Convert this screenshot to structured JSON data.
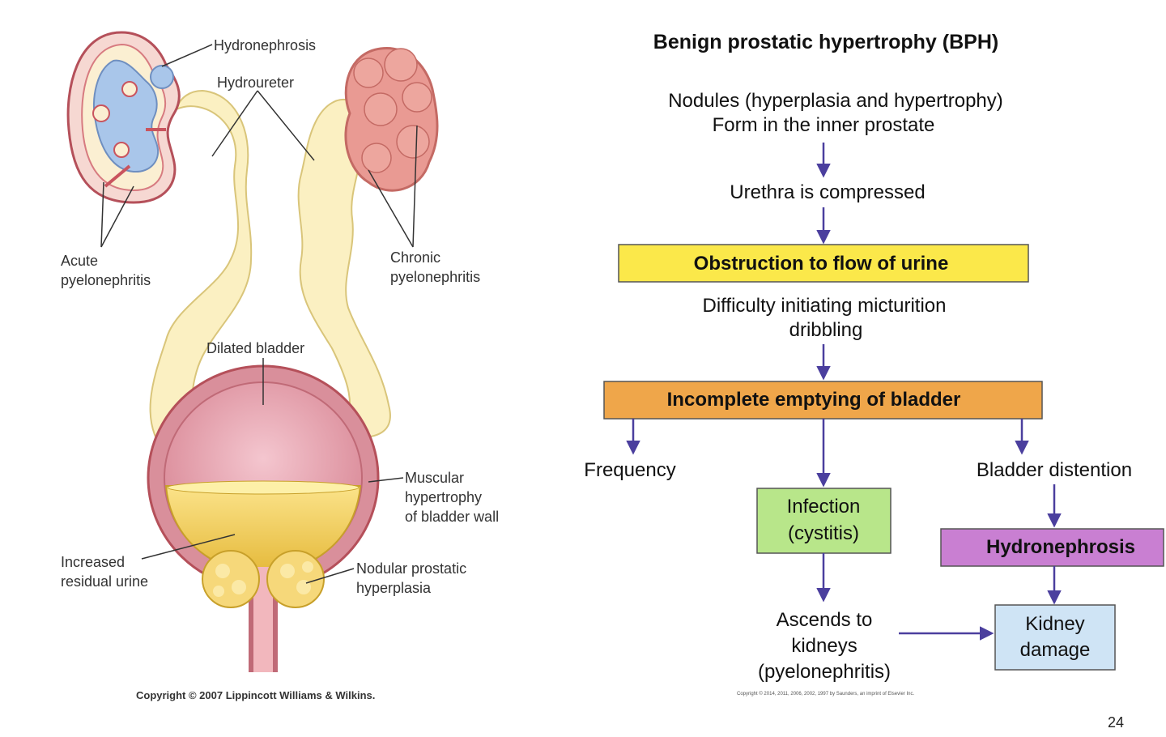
{
  "illustration": {
    "labels": {
      "hydronephrosis": "Hydronephrosis",
      "hydroureter": "Hydroureter",
      "acute_1": "Acute",
      "acute_2": "pyelonephritis",
      "chronic_1": "Chronic",
      "chronic_2": "pyelonephritis",
      "dilated_bladder": "Dilated bladder",
      "muscular_1": "Muscular",
      "muscular_2": "hypertrophy",
      "muscular_3": "of bladder wall",
      "increased_1": "Increased",
      "increased_2": "residual urine",
      "nodular_1": "Nodular prostatic",
      "nodular_2": "hyperplasia"
    },
    "copyright": "Copyright © 2007 Lippincott Williams & Wilkins."
  },
  "flowchart": {
    "title": "Benign prostatic hypertrophy (BPH)",
    "nodules_1": "Nodules (hyperplasia and hypertrophy)",
    "nodules_2": "Form in the inner prostate",
    "urethra": "Urethra is compressed",
    "obstruction": "Obstruction to flow of urine",
    "difficulty_1": "Difficulty initiating micturition",
    "difficulty_2": "dribbling",
    "incomplete": "Incomplete emptying of bladder",
    "frequency": "Frequency",
    "bladder_distention": "Bladder distention",
    "infection_1": "Infection",
    "infection_2": "(cystitis)",
    "hydronephrosis": "Hydronephrosis",
    "ascends_1": "Ascends to",
    "ascends_2": "kidneys",
    "ascends_3": "(pyelonephritis)",
    "kidney_1": "Kidney",
    "kidney_2": "damage",
    "copyright": "Copyright © 2014, 2011, 2006, 2002, 1997 by Saunders, an imprint of Elsevier Inc."
  },
  "colors": {
    "arrow": "#4b3f9e",
    "obstruction_box": "#fbe84a",
    "incomplete_box": "#efa64a",
    "infection_box": "#b8e68a",
    "hydronephrosis_box": "#c97fd2",
    "kidney_box": "#cfe4f5"
  },
  "slide": {
    "page_number": "24"
  }
}
